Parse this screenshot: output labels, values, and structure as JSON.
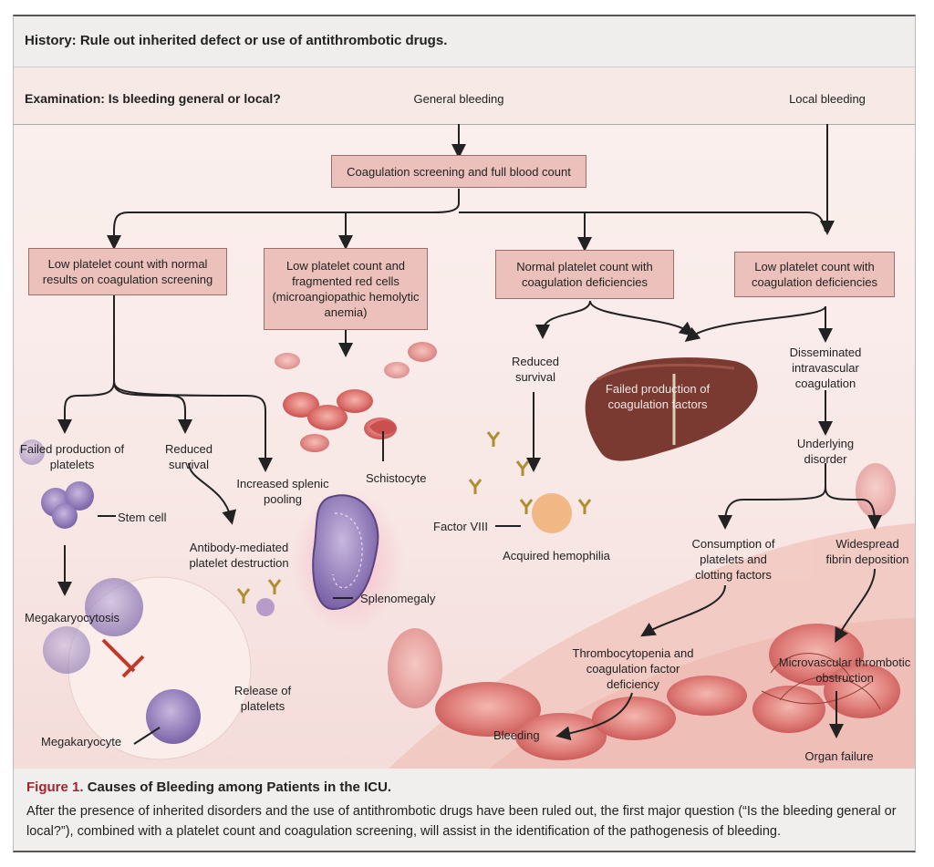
{
  "history": "History: Rule out inherited defect or use of antithrombotic drugs.",
  "examination": "Examination: Is bleeding general or local?",
  "general_bleeding": "General bleeding",
  "local_bleeding": "Local bleeding",
  "screening_box": "Coagulation screening and full blood count",
  "boxes": {
    "low_platelet_normal": "Low platelet count with normal results on coagulation screening",
    "low_platelet_fragmented": "Low platelet count and fragmented red cells (microangiopathic hemolytic anemia)",
    "normal_platelet_deficiencies": "Normal platelet count with coagulation deficiencies",
    "low_platelet_deficiencies": "Low platelet count with coagulation deficiencies"
  },
  "labels": {
    "failed_production_platelets": "Failed production of platelets",
    "reduced_survival_left": "Reduced survival",
    "increased_splenic_pooling": "Increased splenic pooling",
    "stem_cell": "Stem cell",
    "antibody_mediated": "Antibody-mediated platelet destruction",
    "megakaryocytosis": "Megakaryocytosis",
    "splenomegaly": "Splenomegaly",
    "release_of_platelets": "Release of platelets",
    "megakaryocyte": "Megakaryocyte",
    "schistocyte": "Schistocyte",
    "reduced_survival_mid": "Reduced survival",
    "failed_production_coag": "Failed production of coagulation factors",
    "factor_viii": "Factor VIII",
    "acquired_hemophilia": "Acquired hemophilia",
    "dic": "Disseminated intravascular coagulation",
    "underlying_disorder": "Underlying disorder",
    "consumption": "Consumption of platelets and clotting factors",
    "widespread_fibrin": "Widespread fibrin deposition",
    "thrombocytopenia": "Thrombocytopenia and coagulation factor deficiency",
    "microvascular": "Microvascular thrombotic obstruction",
    "bleeding": "Bleeding",
    "organ_failure": "Organ failure"
  },
  "caption": {
    "figure_label": "Figure 1.",
    "title": "Causes of Bleeding among Patients in the ICU.",
    "body": "After the presence of inherited disorders and the use of antithrombotic drugs have been ruled out, the first major question (“Is the bleeding general or local?”), combined with a platelet count and coagulation screening, will assist in the identification of the pathogenesis of bleeding."
  },
  "colors": {
    "box_fill": "#ecc1bb",
    "figure_label": "#a4232f",
    "liver": "#7a3a32",
    "spleen": "#7e5b9b",
    "red_cell": "#e07a75"
  },
  "icons": [
    "liver-illustration",
    "spleen-illustration",
    "stem-cell-illustration",
    "megakaryocyte-illustration",
    "red-cell-illustration",
    "antibody-icon",
    "inhibition-icon"
  ]
}
